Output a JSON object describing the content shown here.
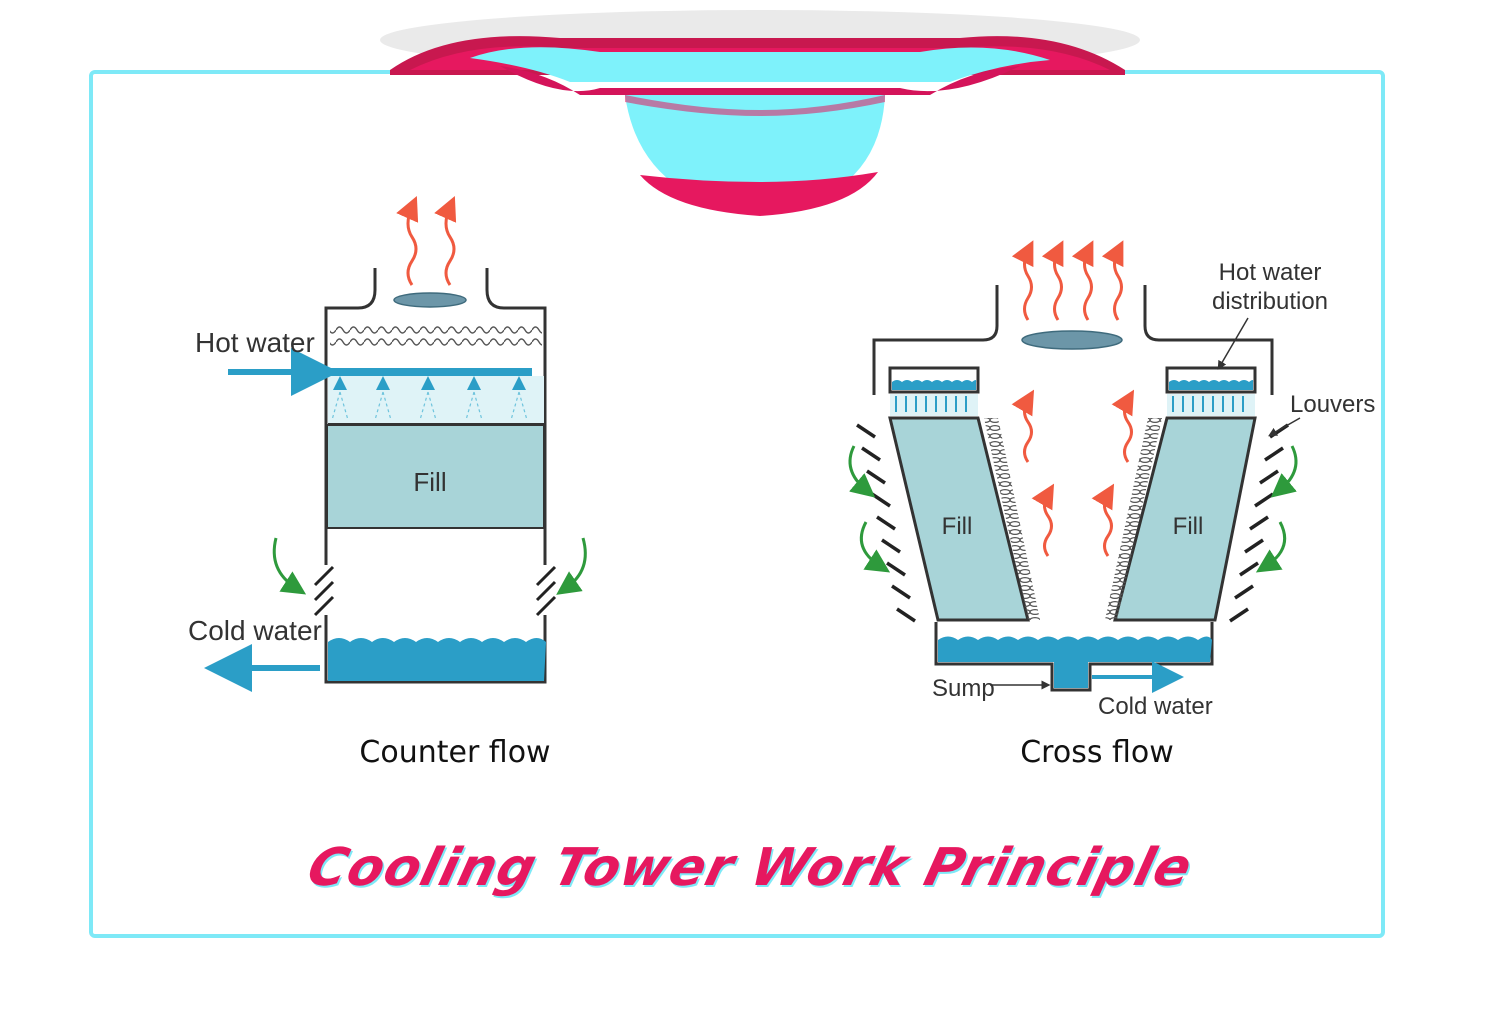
{
  "title": "Cooling Tower Work Principle",
  "colors": {
    "frame": "#7ee9f7",
    "banner_pink": "#e6185f",
    "banner_cyan": "#7ef2fb",
    "water": "#2b9ec7",
    "fill": "#a8d4d8",
    "hot_air": "#f05a40",
    "air_in": "#2e9a3c"
  },
  "counter_flow": {
    "caption": "Counter  flow",
    "hot_water_label": "Hot water",
    "fill_label": "Fill",
    "cold_water_label": "Cold water"
  },
  "cross_flow": {
    "caption": "Cross  flow",
    "hot_water_distribution_label_1": "Hot water",
    "hot_water_distribution_label_2": "distribution",
    "louvers_label": "Louvers",
    "fill_left_label": "Fill",
    "fill_right_label": "Fill",
    "sump_label": "Sump",
    "cold_water_label": "Cold water"
  }
}
